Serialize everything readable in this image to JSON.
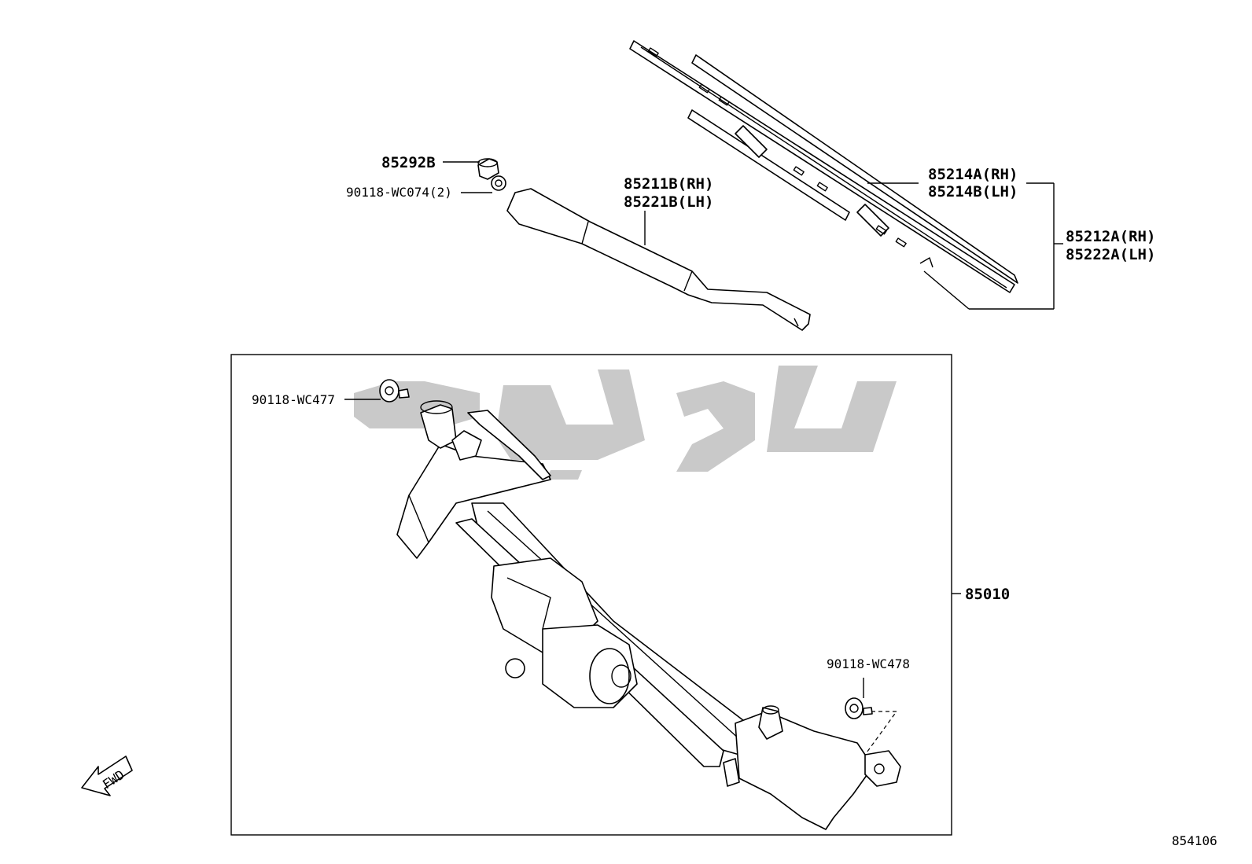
{
  "diagram_id": "854106",
  "watermark_text": "تاپ‌یدک",
  "fwd_label": "FWD",
  "labels": {
    "cap": "85292B",
    "nut": "90118-WC074(2)",
    "arm_rh": "85211B(RH)",
    "arm_lh": "85221B(LH)",
    "blade_insert_rh": "85214A(RH)",
    "blade_insert_lh": "85214B(LH)",
    "blade_rh": "85212A(RH)",
    "blade_lh": "85222A(LH)",
    "bolt_upper": "90118-WC477",
    "bolt_lower": "90118-WC478",
    "linkage_assembly": "85010"
  }
}
